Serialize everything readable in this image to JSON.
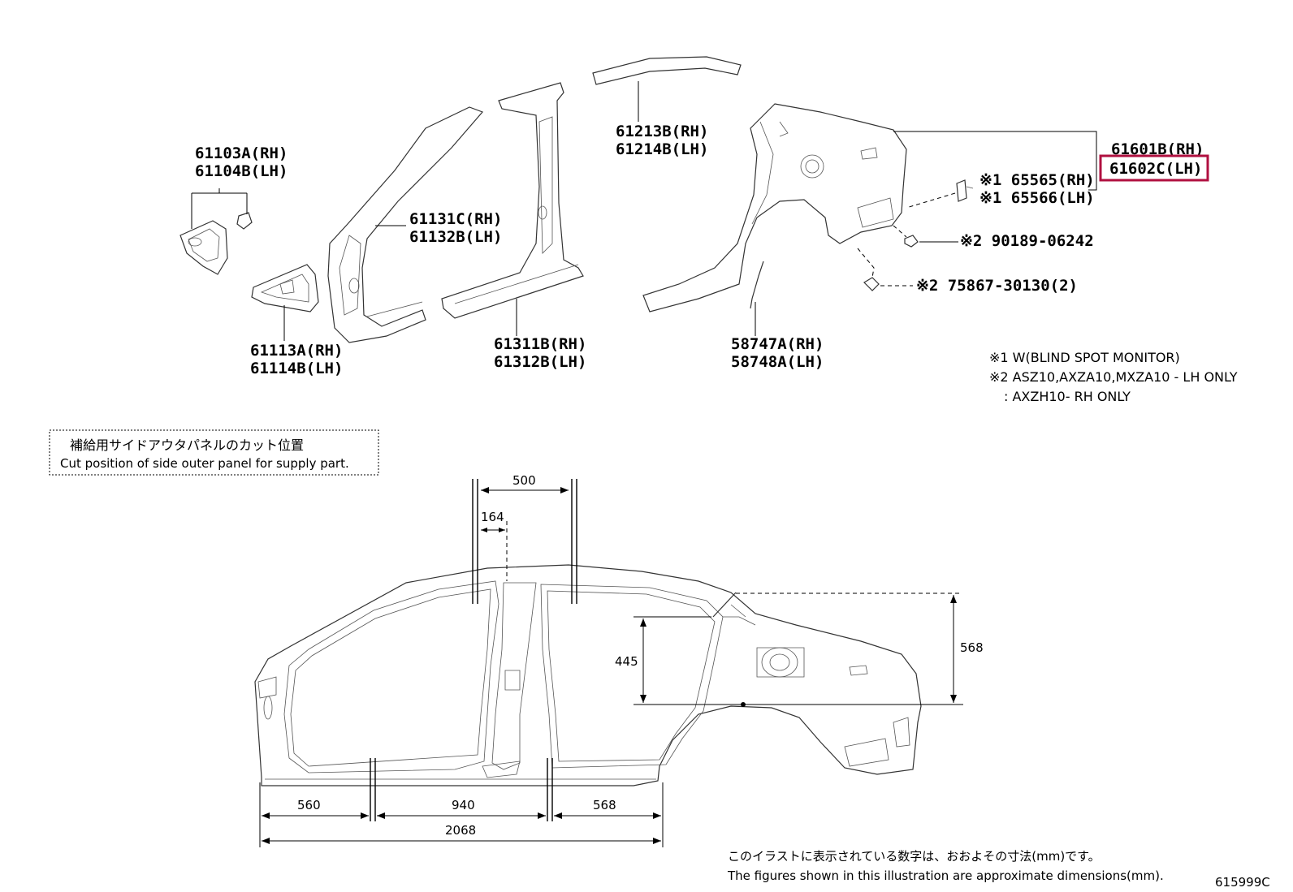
{
  "labels": {
    "p61103": "61103A(RH)",
    "p61104": "61104B(LH)",
    "p61113": "61113A(RH)",
    "p61114": "61114B(LH)",
    "p61131": "61131C(RH)",
    "p61132": "61132B(LH)",
    "p61311": "61311B(RH)",
    "p61312": "61312B(LH)",
    "p61213": "61213B(RH)",
    "p61214": "61214B(LH)",
    "p58747": "58747A(RH)",
    "p58748": "58748A(LH)",
    "p61601": "61601B(RH)",
    "p61602": "61602C(LH)",
    "p65565": "※1 65565(RH)",
    "p65566": "※1 65566(LH)",
    "p90189": "※2 90189-06242",
    "p75867": "※2 75867-30130(2)"
  },
  "notes": {
    "n1": "※1 W(BLIND SPOT MONITOR)",
    "n2": "※2 ASZ10,AXZA10,MXZA10 - LH ONLY",
    "n3": ": AXZH10- RH ONLY"
  },
  "box": {
    "jp": "補給用サイドアウタパネルのカット位置",
    "en": "Cut position of side outer panel for supply part."
  },
  "dims": {
    "d500": "500",
    "d164": "164",
    "d445": "445",
    "d568v": "568",
    "d560": "560",
    "d940": "940",
    "d568h": "568",
    "d2068": "2068"
  },
  "footer": {
    "jp": "このイラストに表示されている数字は、おおよその寸法(mm)です。",
    "en": "The figures shown in this illustration are approximate dimensions(mm).",
    "code": "615999C"
  },
  "colors": {
    "highlight": "#b01040"
  }
}
